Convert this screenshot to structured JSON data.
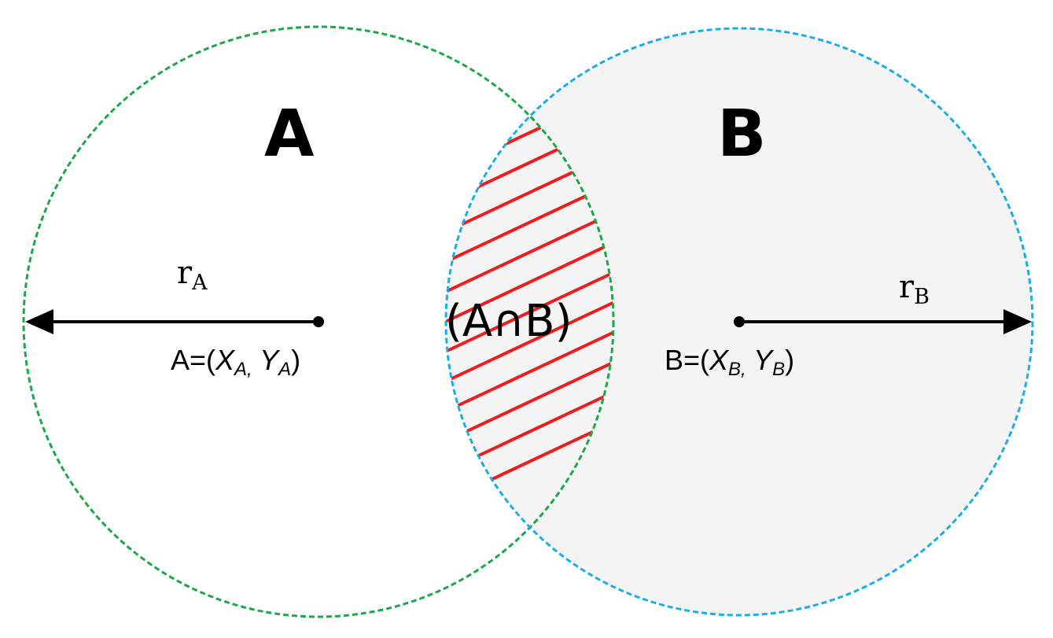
{
  "colors": {
    "circle_a_stroke": "#1aa84a",
    "circle_b_stroke": "#1aaee6",
    "circle_b_fill": "#f4f4f4",
    "hatch": "#ee1c1c",
    "arrow": "#000000"
  },
  "sets": {
    "a": {
      "letter": "A",
      "radius_label": "r",
      "radius_sub": "A",
      "center_prefix": "A=(",
      "center_x": "X",
      "center_x_sub": "A,",
      "center_y": " Y",
      "center_y_sub": "A",
      "center_suffix": ")"
    },
    "b": {
      "letter": "B",
      "radius_label": "r",
      "radius_sub": "B",
      "center_prefix": "B=(",
      "center_x": "X",
      "center_x_sub": "B,",
      "center_y": " Y",
      "center_y_sub": "B",
      "center_suffix": ")"
    }
  },
  "intersection_label": "(A∩B)"
}
